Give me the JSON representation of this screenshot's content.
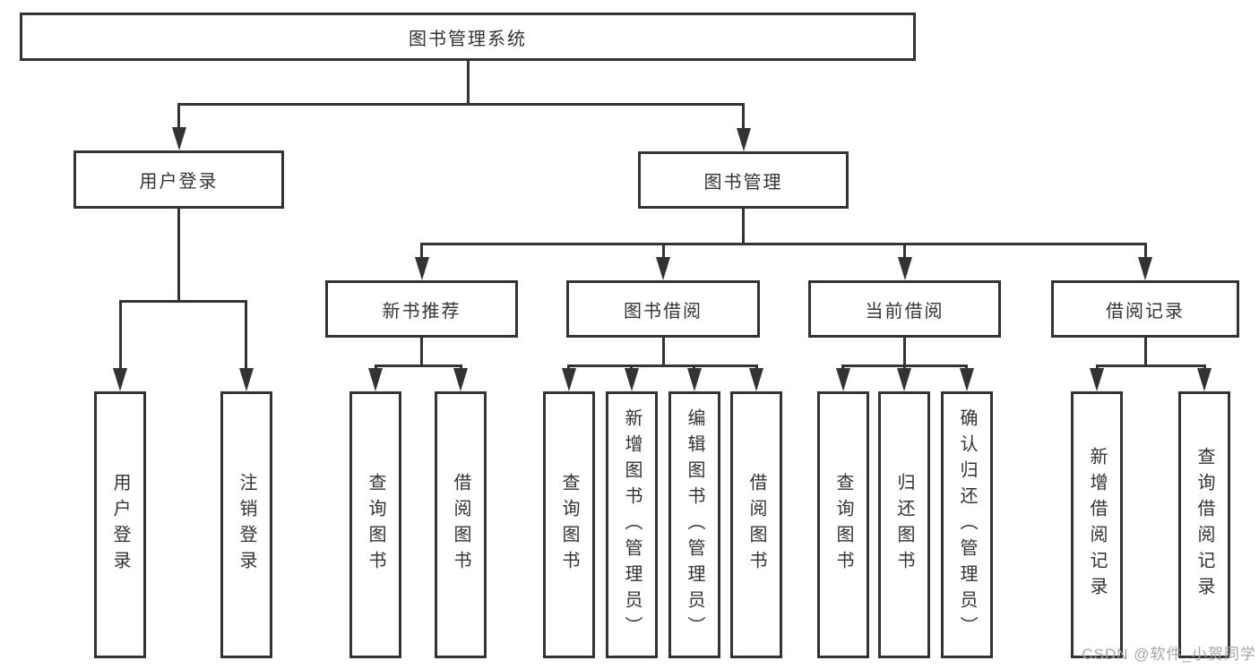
{
  "nodes": {
    "root": "图书管理系统",
    "user_login": "用户登录",
    "book_mgmt": "图书管理",
    "new_book_rec": "新书推荐",
    "book_borrow": "图书借阅",
    "current_borrow": "当前借阅",
    "borrow_record": "借阅记录",
    "leaf_user_login": "用户登录",
    "leaf_logout": "注销登录",
    "leaf_query_book_rec": "查询图书",
    "leaf_borrow_book_rec": "借阅图书",
    "leaf_query_book_borrow": "查询图书",
    "leaf_add_book_admin": "新增图书（管理员）",
    "leaf_edit_book_admin": "编辑图书（管理员）",
    "leaf_borrow_book_borrow": "借阅图书",
    "leaf_query_book_current": "查询图书",
    "leaf_return_book": "归还图书",
    "leaf_confirm_return_admin": "确认归还（管理员）",
    "leaf_add_borrow_record": "新增借阅记录",
    "leaf_query_borrow_record": "查询借阅记录"
  },
  "watermark": "CSDN @软件_小贺同学",
  "colors": {
    "line": "#333333",
    "text": "#333333",
    "watermark": "#a6a6a6",
    "background": "#ffffff"
  }
}
